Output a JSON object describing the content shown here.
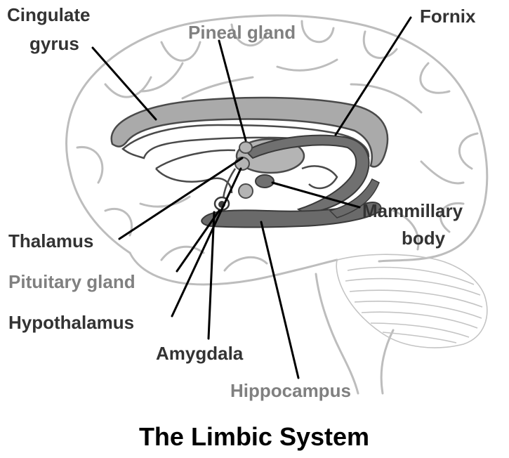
{
  "title": "The Limbic System",
  "colors": {
    "label_dark": "#333333",
    "label_gray": "#808080",
    "brain_outline": "#bdbdbd",
    "cingulate_fill": "#aaaaaa",
    "structure_outline": "#4a4a4a",
    "thalamus_fill": "#b4b4b4",
    "fornix_fill": "#707070",
    "hippocampus_fill": "#6a6a6a",
    "leader_line": "#000000"
  },
  "labels": {
    "cingulate_gyrus": [
      "Cingulate",
      "gyrus"
    ],
    "pineal_gland": "Pineal gland",
    "fornix": "Fornix",
    "mammillary_body": [
      "Mammillary",
      "body"
    ],
    "thalamus": "Thalamus",
    "pituitary_gland": "Pituitary gland",
    "hypothalamus": "Hypothalamus",
    "amygdala": "Amygdala",
    "hippocampus": "Hippocampus"
  }
}
